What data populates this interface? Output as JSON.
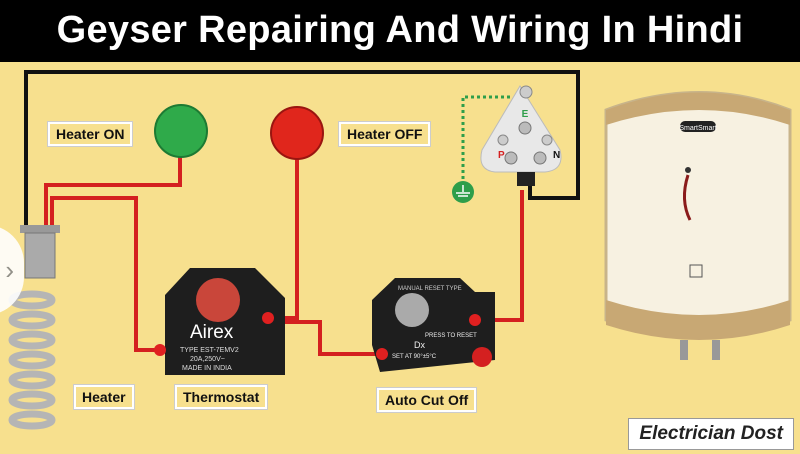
{
  "title": "Geyser Repairing And Wiring In Hindi",
  "labels": {
    "heater_on": "Heater ON",
    "heater_off": "Heater OFF",
    "heater": "Heater",
    "thermostat": "Thermostat",
    "auto_cut_off": "Auto Cut Off"
  },
  "thermostat": {
    "brand": "Airex",
    "type": "TYPE EST-7EMV2",
    "rating": "20A,250V~",
    "origin": "MADE IN INDIA"
  },
  "cutoff": {
    "header": "MANUAL RESET TYPE",
    "press": "PRESS TO RESET",
    "model": "Dx",
    "set": "SET AT 90°±5°C"
  },
  "plug": {
    "earth": "E",
    "phase": "P",
    "neutral": "N"
  },
  "geyser_brand": "SmartSmart",
  "branding": "Electrician Dost",
  "nav_icon": "chevron-right-icon",
  "colors": {
    "background": "#f7e08e",
    "wire_red": "#d42020",
    "wire_black": "#111111",
    "lamp_on": "#2faa4a",
    "lamp_off": "#e0261c",
    "earth": "#2e9e4a"
  }
}
